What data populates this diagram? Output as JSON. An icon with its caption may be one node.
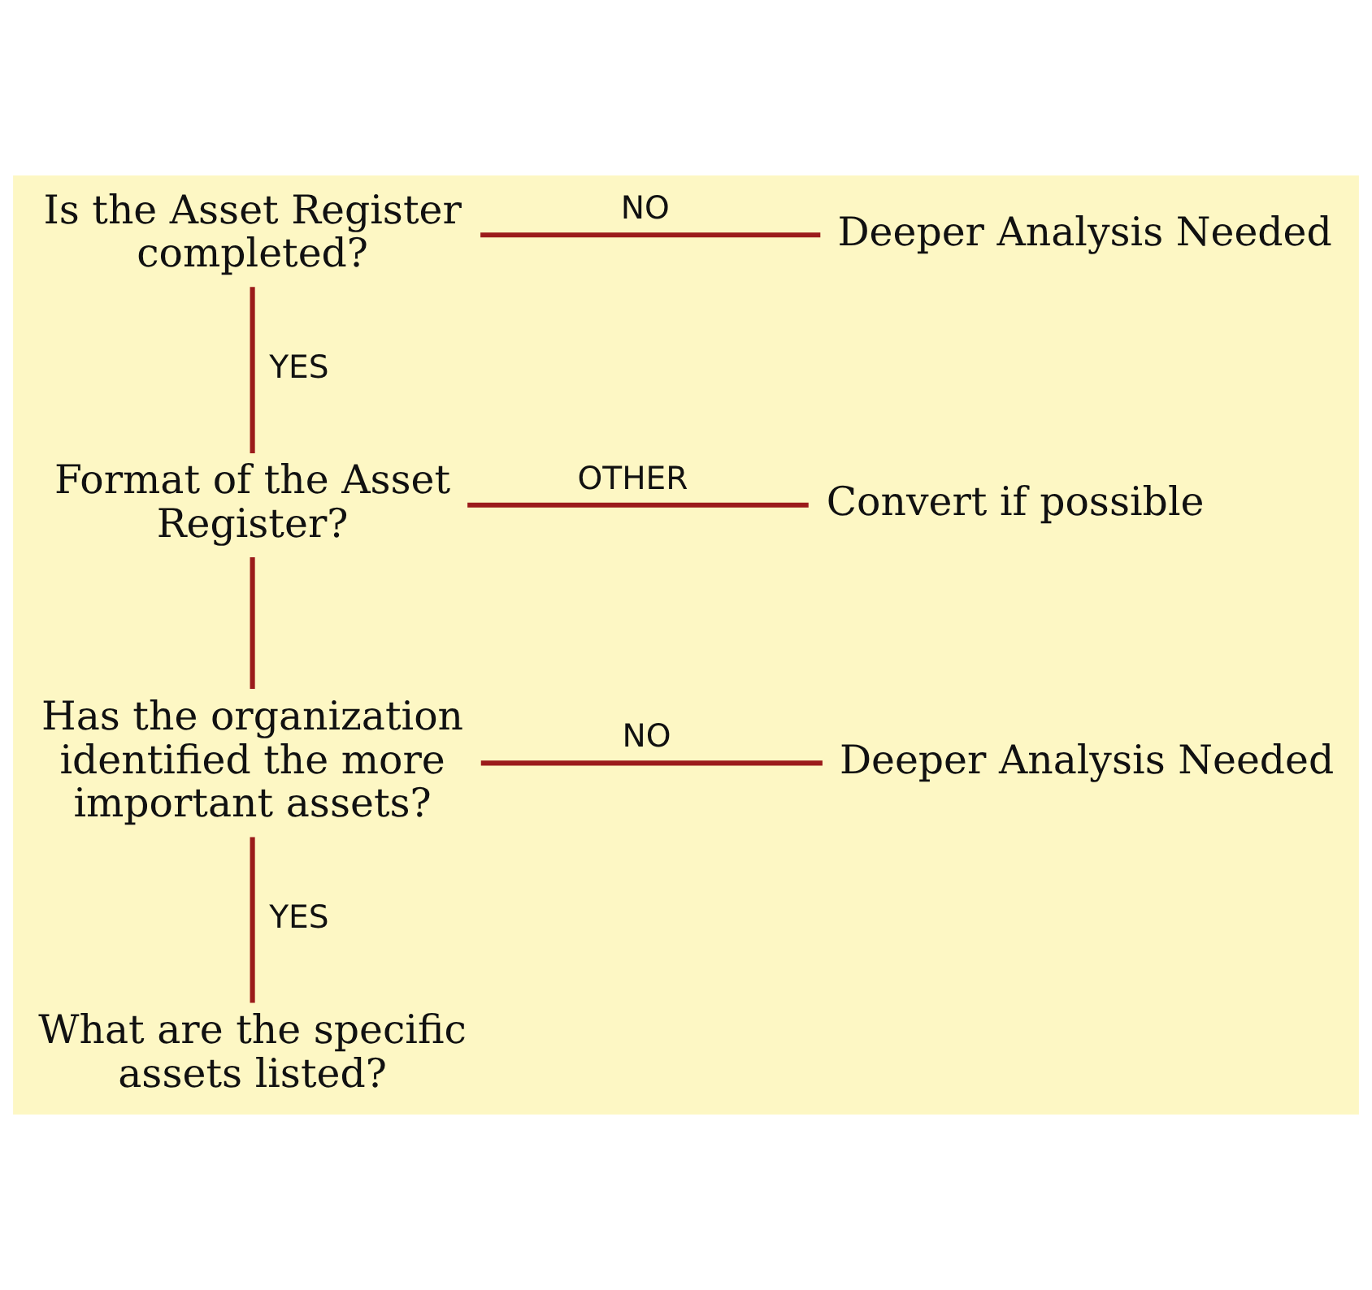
{
  "diagram": {
    "nodes": [
      {
        "text": [
          "Is the Asset Register completed?"
        ]
      },
      {
        "text": [
          "Deeper Analysis Needed"
        ]
      },
      {
        "text": [
          "Format of the Asset Register?"
        ]
      },
      {
        "text": [
          "Convert if possible"
        ]
      },
      {
        "text": [
          "Has the organization identified the more important assets?"
        ]
      },
      {
        "text": [
          "Deeper Analysis Needed"
        ]
      },
      {
        "text": [
          "What are the specific assets listed?"
        ]
      }
    ],
    "edges": [
      {
        "from": 0,
        "to": 1,
        "arrow": "none",
        "label": "NO"
      },
      {
        "from": 0,
        "to": 2,
        "arrow": "none",
        "label": "YES"
      },
      {
        "from": 2,
        "to": 3,
        "arrow": "none",
        "label": "OTHER"
      },
      {
        "from": 2,
        "to": 4,
        "arrow": "none"
      },
      {
        "from": 4,
        "to": 5,
        "arrow": "none",
        "label": "NO"
      },
      {
        "from": 4,
        "to": 6,
        "arrow": "none",
        "label": "YES"
      }
    ]
  }
}
